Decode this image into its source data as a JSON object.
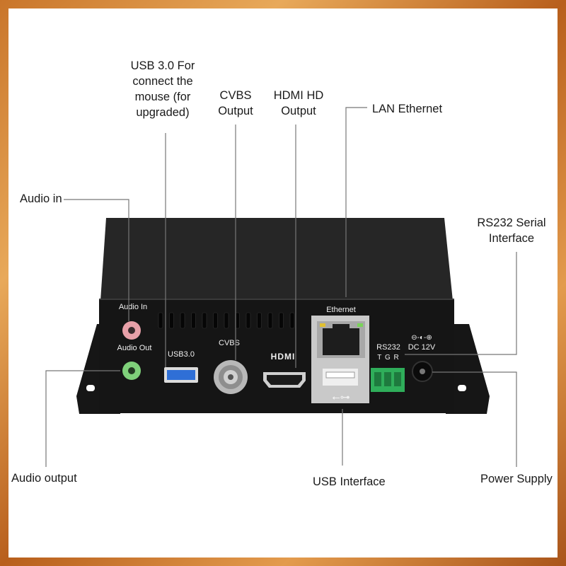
{
  "callouts": {
    "usb3": [
      "USB 3.0 For",
      "connect the",
      "mouse (for",
      "upgraded)"
    ],
    "cvbs": [
      "CVBS",
      "Output"
    ],
    "hdmi": [
      "HDMI HD",
      "Output"
    ],
    "lan": "LAN Ethernet",
    "audio_in": "Audio in",
    "rs232": [
      "RS232 Serial",
      "Interface"
    ],
    "audio_output": "Audio output",
    "usb_interface": "USB Interface",
    "power_supply": "Power Supply"
  },
  "device_labels": {
    "audio_in": "Audio In",
    "audio_out": "Audio Out",
    "usb3": "USB3.0",
    "cvbs": "CVBS",
    "hdmi_logo": "HDMI",
    "ethernet": "Ethernet",
    "rs232": "RS232",
    "tgr": "T G R",
    "dc": "DC 12V"
  },
  "colors": {
    "frame": "#c9752a",
    "device_body": "#1c1c1c",
    "audio_in_jack": "#e8a0a8",
    "audio_out_jack": "#7fd17a",
    "usb3_port": "#2f6fd6",
    "terminal_block": "#2fae5a"
  }
}
